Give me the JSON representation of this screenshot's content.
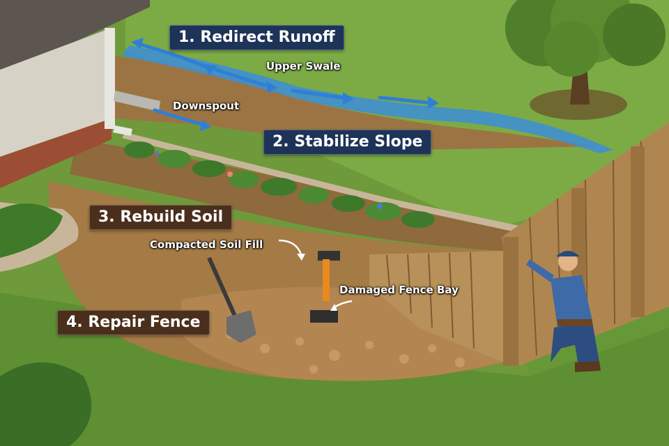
{
  "steps": [
    {
      "label": "1. Redirect Runoff",
      "color": "#1d3358"
    },
    {
      "label": "2. Stabilize Slope",
      "color": "#1d3358"
    },
    {
      "label": "3. Rebuild Soil",
      "color": "#4a2f1c"
    },
    {
      "label": "4. Repair Fence",
      "color": "#4a2f1c"
    }
  ],
  "callouts": {
    "upper_swale": "Upper Swale",
    "downspout": "Downspout",
    "compacted_soil_fill": "Compacted Soil Fill",
    "damaged_fence_bay": "Damaged Fence Bay"
  },
  "colors": {
    "grass": "#6f9a3c",
    "water_arrow": "#2f7fd6",
    "soil": "#a47a45",
    "fence_wood": "#b08650",
    "step_badge_blue": "#1d3358",
    "step_badge_brown": "#4a2f1c"
  }
}
